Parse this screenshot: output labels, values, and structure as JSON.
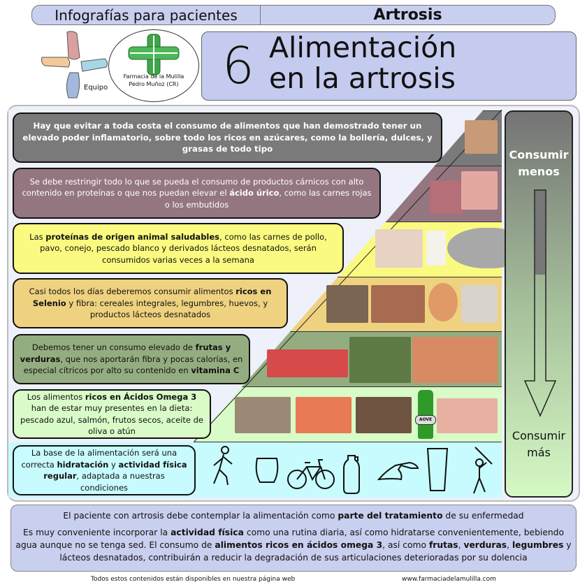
{
  "header": {
    "series": "Infografías para pacientes",
    "topic": "Artrosis",
    "number": "6",
    "title_line1": "Alimentación",
    "title_line2": "en la artrosis"
  },
  "logo": {
    "team_label": "Equipo",
    "pharmacy_line1": "Farmacia de la Mulilla",
    "pharmacy_line2": "Pedro Muñoz (CR)"
  },
  "pyramid": [
    {
      "color": "#7a7a7a",
      "text": [
        {
          "t": "Hay que evitar a toda costa el consumo de alimentos que han demostrado tener un elevado poder inflamatorio, sobre todo los ricos en azúcares, como la bollería, dulces, y grasas de todo tipo",
          "b": true
        }
      ],
      "images": [
        "donuts"
      ]
    },
    {
      "color": "#937680",
      "text": [
        {
          "t": "Se debe restringir todo lo que se pueda el consumo de productos cárnicos con alto contenido en proteínas o que nos puedan elevar el "
        },
        {
          "t": "ácido úrico",
          "b": true
        },
        {
          "t": ", como las carnes rojas o los embutidos"
        }
      ],
      "images": [
        "red-meat",
        "bacon"
      ]
    },
    {
      "color": "#fafa80",
      "text": [
        {
          "t": "Las "
        },
        {
          "t": "proteínas de origen animal saludables",
          "b": true
        },
        {
          "t": ", como las carnes de pollo, pavo, conejo, pescado blanco y derivados lácteos desnatados, serán consumidos varias veces a la semana"
        }
      ],
      "images": [
        "chicken",
        "yogurt",
        "white-fish"
      ]
    },
    {
      "color": "#efd27f",
      "text": [
        {
          "t": "Casi todos los días deberemos consumir alimentos "
        },
        {
          "t": "ricos en Selenio",
          "b": true
        },
        {
          "t": " y fibra: cereales integrales, legumbres, huevos, y productos lácteos desnatados"
        }
      ],
      "images": [
        "bread",
        "legumes",
        "egg",
        "milk"
      ]
    },
    {
      "color": "#94ad80",
      "text": [
        {
          "t": "Debemos tener un consumo elevado de "
        },
        {
          "t": "frutas y verduras",
          "b": true
        },
        {
          "t": ", que nos aportarán fibra y pocas calorías, en especial cítricos por alto su contenido en "
        },
        {
          "t": "vitamina C",
          "b": true
        }
      ],
      "images": [
        "berries",
        "chard",
        "citrus"
      ]
    },
    {
      "color": "#d8fbc8",
      "text": [
        {
          "t": "Los alimentos "
        },
        {
          "t": "ricos en Ácidos Omega 3",
          "b": true
        },
        {
          "t": " han de estar muy presentes en la dieta: pescado azul, salmón, frutos secos, aceite de oliva o atún"
        }
      ],
      "images": [
        "anchovies",
        "salmon",
        "nuts",
        "olive-oil-bottle",
        "tuna"
      ],
      "bottle_label": "AOVE"
    },
    {
      "color": "#c8fbfd",
      "text": [
        {
          "t": "La base de la alimentación será una correcta "
        },
        {
          "t": "hidratación",
          "b": true
        },
        {
          "t": " y "
        },
        {
          "t": "actividad física regular",
          "b": true
        },
        {
          "t": ", adaptada a nuestras condiciones"
        }
      ],
      "icons": [
        "walking-icon",
        "glass-icon",
        "bicycle-icon",
        "water-bottle-icon",
        "swimming-icon",
        "tall-glass-icon",
        "golf-icon"
      ]
    }
  ],
  "scale": {
    "top_label_1": "Consumir",
    "top_label_2": "menos",
    "bottom_label_1": "Consumir",
    "bottom_label_2": "más"
  },
  "footer": {
    "p1": [
      {
        "t": "El paciente con artrosis debe contemplar la alimentación como "
      },
      {
        "t": "parte del tratamiento",
        "b": true
      },
      {
        "t": " de su enfermedad"
      }
    ],
    "p2": [
      {
        "t": "Es muy conveniente incorporar la "
      },
      {
        "t": "actividad física",
        "b": true
      },
      {
        "t": " como una rutina diaria, así como hidratarse convenientemente, bebiendo agua aunque no se tenga sed. El consumo de "
      },
      {
        "t": "alimentos ricos en ácidos omega 3",
        "b": true
      },
      {
        "t": ", así como "
      },
      {
        "t": "frutas",
        "b": true
      },
      {
        "t": ", "
      },
      {
        "t": "verduras",
        "b": true
      },
      {
        "t": ", "
      },
      {
        "t": "legumbres",
        "b": true
      },
      {
        "t": " y lácteos desnatados, contribuirán a reducir la degradación de sus articulaciones deterioradas por su dolencia"
      }
    ],
    "note": "Todos estos contenidos están disponibles en nuestra página web",
    "url": "www.farmaciadelamulilla.com"
  }
}
